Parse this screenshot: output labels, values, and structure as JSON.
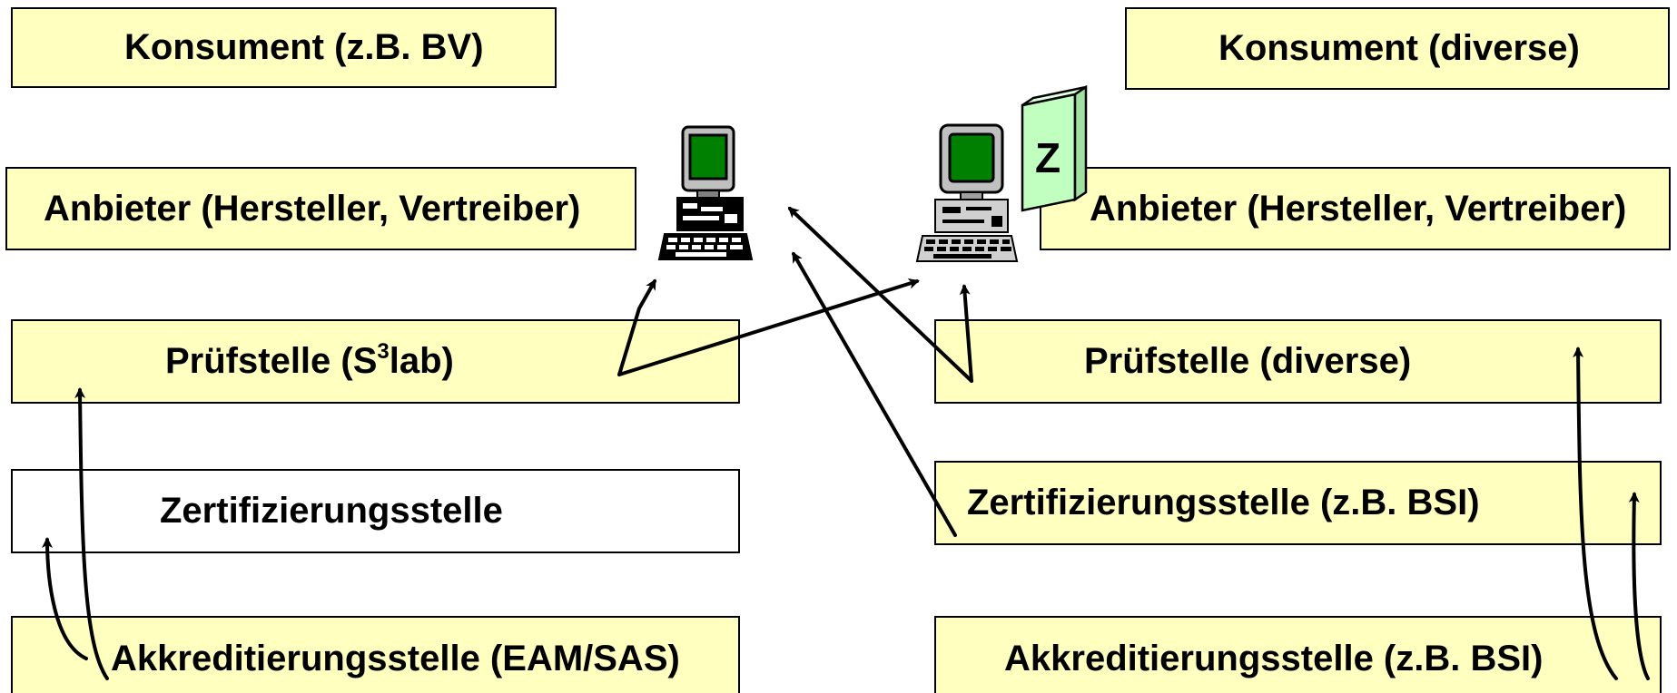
{
  "colors": {
    "box_fill": "#ffffc0",
    "plain_box_fill": "#ffffff",
    "border": "#000000",
    "monitor_screen": "#008000",
    "certificate_fill": "#c0ffc0"
  },
  "left": {
    "konsument": "Konsument (z.B. BV)",
    "anbieter": "Anbieter (Hersteller, Vertreiber)",
    "pruefstelle_prefix": "Prüfstelle (S",
    "pruefstelle_sup": "3",
    "pruefstelle_suffix": "lab)",
    "zertifizierungsstelle": "Zertifizierungsstelle",
    "akkreditierungsstelle": "Akkreditierungsstelle (EAM/SAS)"
  },
  "right": {
    "konsument": "Konsument (diverse)",
    "anbieter": "Anbieter (Hersteller, Vertreiber)",
    "pruefstelle": "Prüfstelle (diverse)",
    "zertifizierungsstelle": "Zertifizierungsstelle (z.B. BSI)",
    "akkreditierungsstelle": "Akkreditierungsstelle (z.B. BSI)"
  },
  "certificate_label": "Z",
  "icons": [
    "computer-icon",
    "computer-icon",
    "certificate-icon"
  ]
}
